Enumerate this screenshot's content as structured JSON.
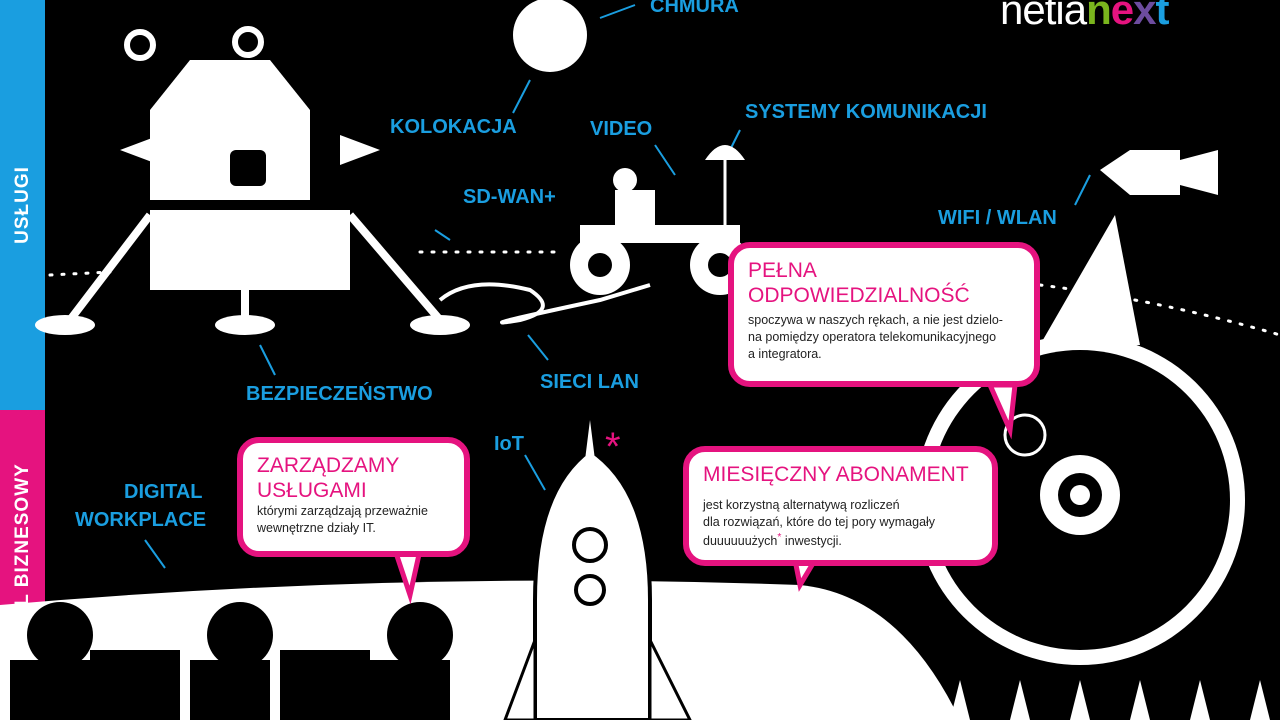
{
  "sidebar": {
    "top": "USŁUGI",
    "bottom": "MODEL BIZNESOWY"
  },
  "logo": {
    "part1": "netia",
    "n": "n",
    "e": "e",
    "x": "x",
    "t": "t"
  },
  "labels": {
    "chmura": "CHMURA",
    "kolokacja": "KOLOKACJA",
    "video": "VIDEO",
    "systemy": "SYSTEMY KOMUNIKACJI",
    "sdwan": "SD-WAN+",
    "wifi": "WIFI / WLAN",
    "bezpieczenstwo": "BEZPIECZEŃSTWO",
    "sieci": "SIECI LAN",
    "iot": "IoT",
    "digital1": "DIGITAL",
    "digital2": "WORKPLACE"
  },
  "bubbles": {
    "pelna": {
      "title1": "PEŁNA",
      "title2": "ODPOWIEDZIALNOŚĆ",
      "text1": "spoczywa w naszych rękach, a nie jest dzielo-",
      "text2": "na pomiędzy operatora telekomunikacyjnego",
      "text3": "a integratora."
    },
    "zarzadzamy": {
      "title1": "ZARZĄDZAMY",
      "title2": "USŁUGAMI",
      "text1": "którymi zarządzają przeważnie",
      "text2": "wewnętrzne działy IT."
    },
    "abonament": {
      "title": "MIESIĘCZNY ABONAMENT",
      "text1": "jest korzystną alternatywą rozliczeń",
      "text2": "dla rozwiązań, które do tej pory wymagały",
      "text3a": "duuuuuużych",
      "asterisk": "*",
      "text3b": " inwestycji."
    }
  },
  "colors": {
    "blue": "#1a9ee0",
    "pink": "#e5137f",
    "green": "#7ab51d",
    "purple": "#6d4c9f"
  }
}
